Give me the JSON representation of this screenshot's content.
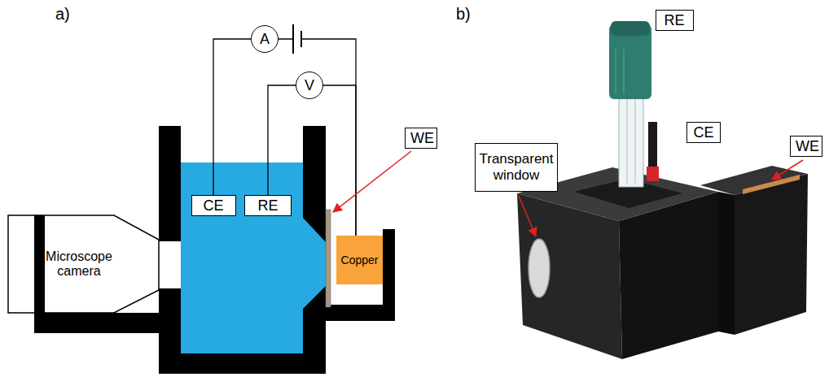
{
  "diagram": {
    "nodes": [
      {
        "text": [
          "A"
        ]
      },
      {
        "text": [
          "V"
        ]
      },
      {
        "text": [
          "CE"
        ]
      },
      {
        "text": [
          "RE"
        ]
      },
      {
        "text": [
          "Microscope camera"
        ]
      },
      {
        "text": [
          "Copper"
        ]
      },
      {
        "text": [
          "WE"
        ]
      },
      {
        "text": [
          "RE"
        ]
      },
      {
        "text": [
          "CE"
        ]
      },
      {
        "text": [
          "Transparent window"
        ]
      },
      {
        "text": [
          "WE"
        ]
      }
    ],
    "edges": [
      {
        "from": 2,
        "to": 0,
        "arrow": "none"
      },
      {
        "from": 0,
        "to": 5,
        "arrow": "none"
      },
      {
        "from": 3,
        "to": 1,
        "arrow": "none"
      },
      {
        "from": 1,
        "to": 5,
        "arrow": "none"
      }
    ],
    "labels": [
      "a)",
      "b)"
    ]
  }
}
